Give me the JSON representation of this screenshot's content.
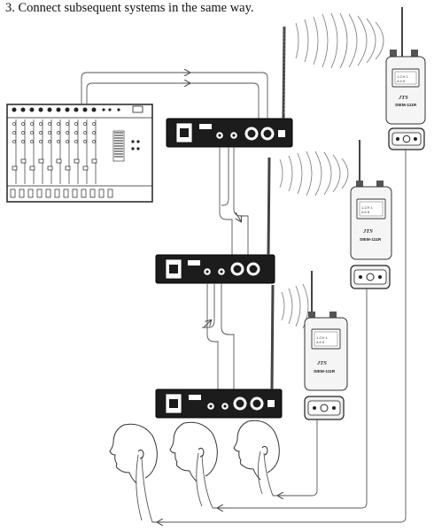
{
  "caption": "3. Connect subsequent systems in the same way.",
  "receivers": [
    {
      "brand": "JTS",
      "model": "SIEM-111R"
    },
    {
      "brand": "JTS",
      "model": "SIEM-111R"
    },
    {
      "brand": "JTS",
      "model": "SIEM-111R"
    }
  ],
  "icons": [
    "mixer-console-icon",
    "transmitter-icon",
    "antenna-icon",
    "radio-wave-icon",
    "bodypack-receiver-icon",
    "earphone-plug-icon",
    "listener-head-icon",
    "arrow-icon"
  ]
}
